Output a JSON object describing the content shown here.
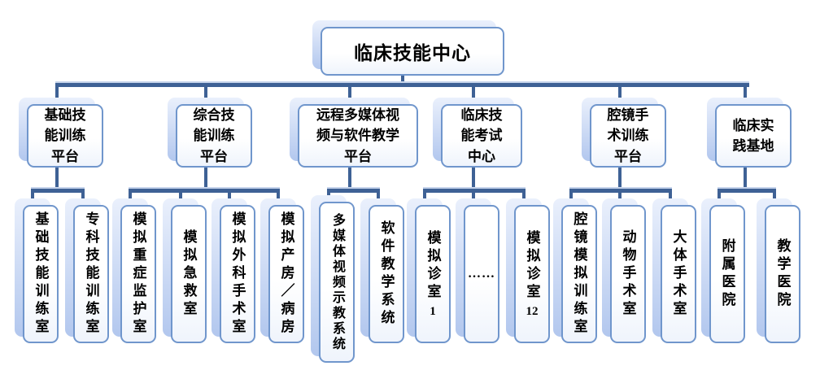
{
  "org_chart": {
    "root": {
      "label": "临床技能中心"
    },
    "branches": [
      {
        "label": "基础技\n能训练\n平台",
        "children": [
          {
            "label": "基础技能训练室"
          },
          {
            "label": "专科技能训练室"
          }
        ]
      },
      {
        "label": "综合技\n能训练\n平台",
        "children": [
          {
            "label": "模拟重症监护室"
          },
          {
            "label": "模拟急救室"
          },
          {
            "label": "模拟外科手术室"
          },
          {
            "label": "模拟产房／病房"
          }
        ]
      },
      {
        "label": "远程多媒体视\n频与软件教学\n平台",
        "children": [
          {
            "label": "多媒体视频示教系统"
          },
          {
            "label": "软件教学系统"
          }
        ]
      },
      {
        "label": "临床技\n能考试\n中心",
        "children": [
          {
            "label": "模拟诊室",
            "number": "1"
          },
          {
            "label": "……"
          },
          {
            "label": "模拟诊室",
            "number": "12"
          }
        ]
      },
      {
        "label": "腔镜手\n术训练\n平台",
        "children": [
          {
            "label": "腔镜模拟训练室"
          },
          {
            "label": "动物手术室"
          },
          {
            "label": "大体手术室"
          }
        ]
      },
      {
        "label": "临床实\n践基地",
        "children": [
          {
            "label": "附属医院"
          },
          {
            "label": "教学医院"
          }
        ]
      }
    ],
    "colors": {
      "connector_line": "#3e6195",
      "node_border": "#7096cc",
      "shadow_gradient_top": "#eaf0fc",
      "shadow_gradient_bottom": "#b2c7ee",
      "text": "#000000"
    }
  }
}
